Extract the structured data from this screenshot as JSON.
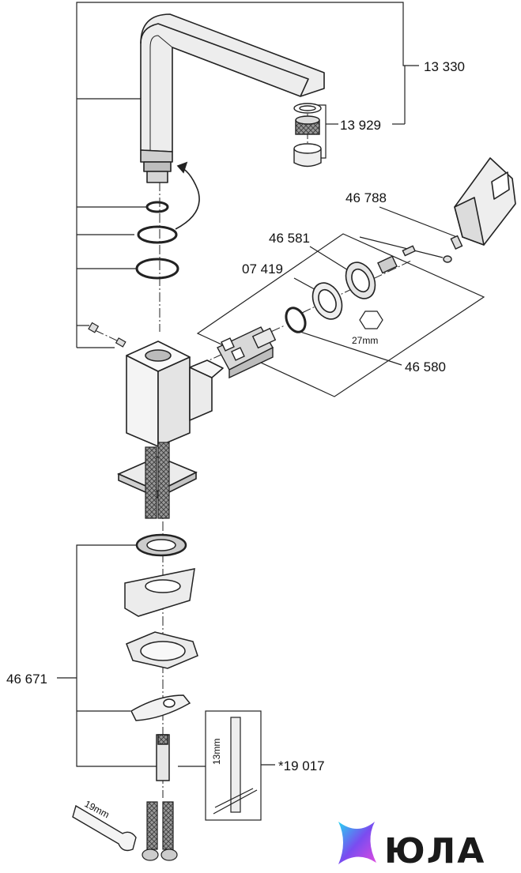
{
  "labels": {
    "spout": "13 330",
    "aerator": "13 929",
    "lever": "46 788",
    "cap": "46 581",
    "nut": "07 419",
    "cartridge_set": "46 580",
    "hex_size": "27mm",
    "mounting_set": "46 671",
    "tool": "*19 017",
    "tool_size": "13mm",
    "wrench_size": "19mm"
  },
  "brand": {
    "name": "ЮЛА",
    "colors": [
      "#27d3f2",
      "#7a4cf0",
      "#e04ae0"
    ]
  },
  "colors": {
    "line": "#222222",
    "fill_light": "#f2f2f2",
    "fill_mid": "#d9d9d9",
    "hose": "#8c8c8c"
  }
}
